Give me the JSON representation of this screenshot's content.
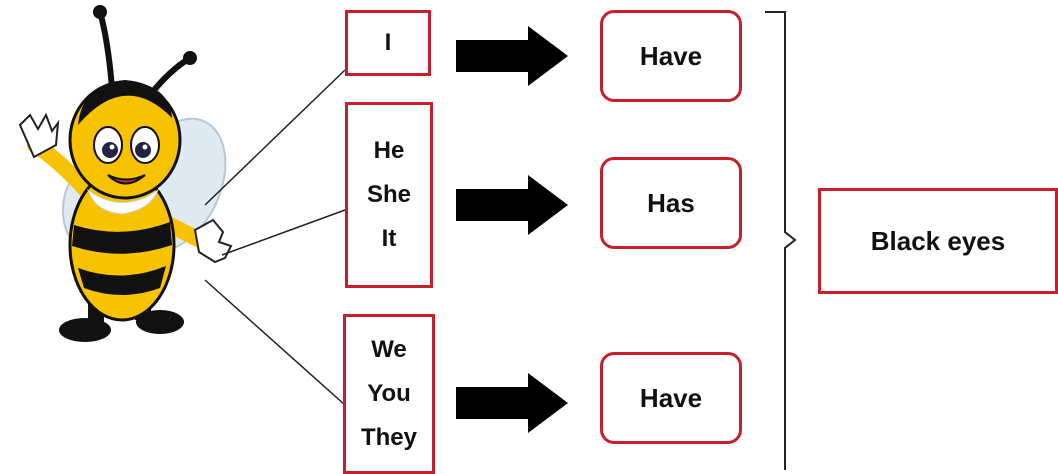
{
  "pronouns": [
    {
      "words": [
        "I"
      ]
    },
    {
      "words": [
        "He",
        "She",
        "It"
      ]
    },
    {
      "words": [
        "We",
        "You",
        "They"
      ]
    }
  ],
  "verbs": [
    "Have",
    "Has",
    "Have"
  ],
  "result": "Black eyes",
  "colors": {
    "box_border": "#c8202a",
    "arrow": "#000000",
    "bee_yellow": "#f7c300",
    "bee_black": "#111111",
    "wing": "#dfeaf3"
  },
  "icons": [
    "bee-mascot",
    "arrow-right",
    "curly-bracket"
  ]
}
